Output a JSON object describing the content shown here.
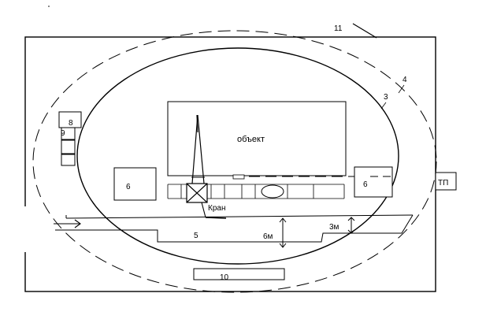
{
  "labels": {
    "n1": "11",
    "n2": "4",
    "n3": "3",
    "object": "объект",
    "n8": "8",
    "n9": "9",
    "n6_left": "6",
    "n6_right": "6",
    "tp": "ТП",
    "crane": "Кран",
    "n5": "5",
    "dim_6m": "6м",
    "dim_3m": "3м",
    "n10": "10"
  },
  "colors": {
    "line": "#000000",
    "background": "#ffffff"
  }
}
